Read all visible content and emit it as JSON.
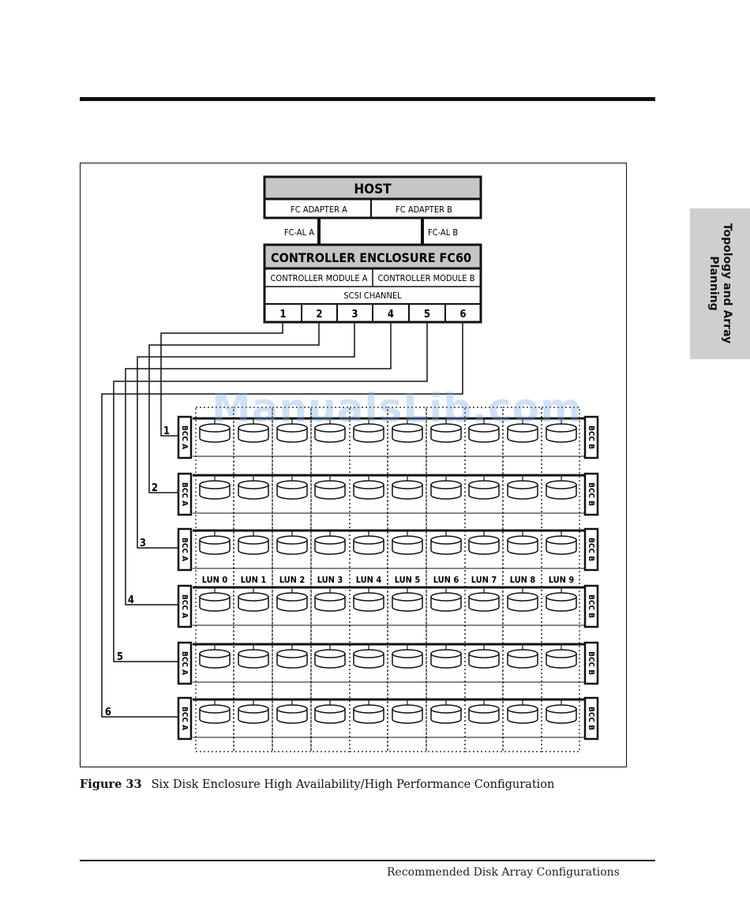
{
  "side_tab": {
    "line1": "Topology and Array",
    "line2": "Planning"
  },
  "diagram": {
    "host": {
      "title": "HOST",
      "adapter_a": "FC ADAPTER A",
      "adapter_b": "FC ADAPTER B"
    },
    "fcal_a": "FC-AL A",
    "fcal_b": "FC-AL B",
    "controller": {
      "title": "CONTROLLER ENCLOSURE FC60",
      "module_a": "CONTROLLER MODULE A",
      "module_b": "CONTROLLER MODULE B",
      "scsi": "SCSI CHANNEL",
      "channels": [
        "1",
        "2",
        "3",
        "4",
        "5",
        "6"
      ]
    },
    "enclosures": [
      {
        "number": "1",
        "bcc_a": "BCC A",
        "bcc_b": "BCC B"
      },
      {
        "number": "2",
        "bcc_a": "BCC A",
        "bcc_b": "BCC B"
      },
      {
        "number": "3",
        "bcc_a": "BCC A",
        "bcc_b": "BCC B"
      },
      {
        "number": "4",
        "bcc_a": "BCC A",
        "bcc_b": "BCC B"
      },
      {
        "number": "5",
        "bcc_a": "BCC A",
        "bcc_b": "BCC B"
      },
      {
        "number": "6",
        "bcc_a": "BCC A",
        "bcc_b": "BCC B"
      }
    ],
    "luns": [
      "LUN 0",
      "LUN 1",
      "LUN 2",
      "LUN 3",
      "LUN 4",
      "LUN 5",
      "LUN 6",
      "LUN 7",
      "LUN 8",
      "LUN 9"
    ]
  },
  "caption": {
    "label": "Figure 33",
    "text": "Six Disk Enclosure High Availability/High Performance Configuration"
  },
  "watermark": "ManualsLib.com",
  "footer": "Recommended Disk Array Configurations"
}
